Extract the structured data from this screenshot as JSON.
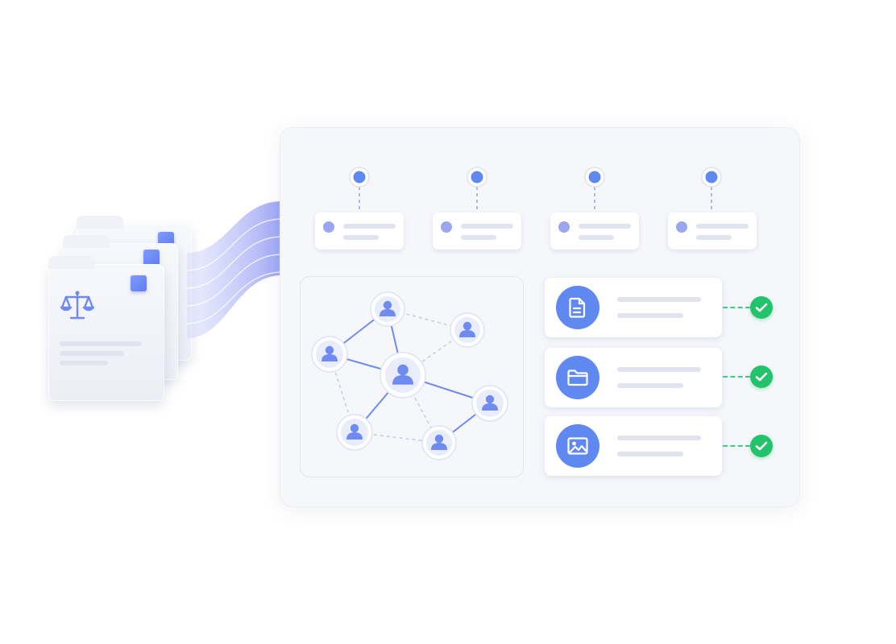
{
  "colors": {
    "accent_blue": "#5f89f0",
    "light_blue": "#9aa7ee",
    "check_green": "#22c36b",
    "panel_bg": "#f6f7fb",
    "placeholder_gray": "#e1e4ee"
  },
  "folder_stack": {
    "icon": "scales-of-justice-icon",
    "count": 3
  },
  "timeline": {
    "step_count": 4
  },
  "network": {
    "icon": "user-icon",
    "node_count": 7
  },
  "file_list": [
    {
      "icon": "document-icon",
      "status": "check-icon"
    },
    {
      "icon": "folder-icon",
      "status": "check-icon"
    },
    {
      "icon": "image-icon",
      "status": "check-icon"
    }
  ]
}
